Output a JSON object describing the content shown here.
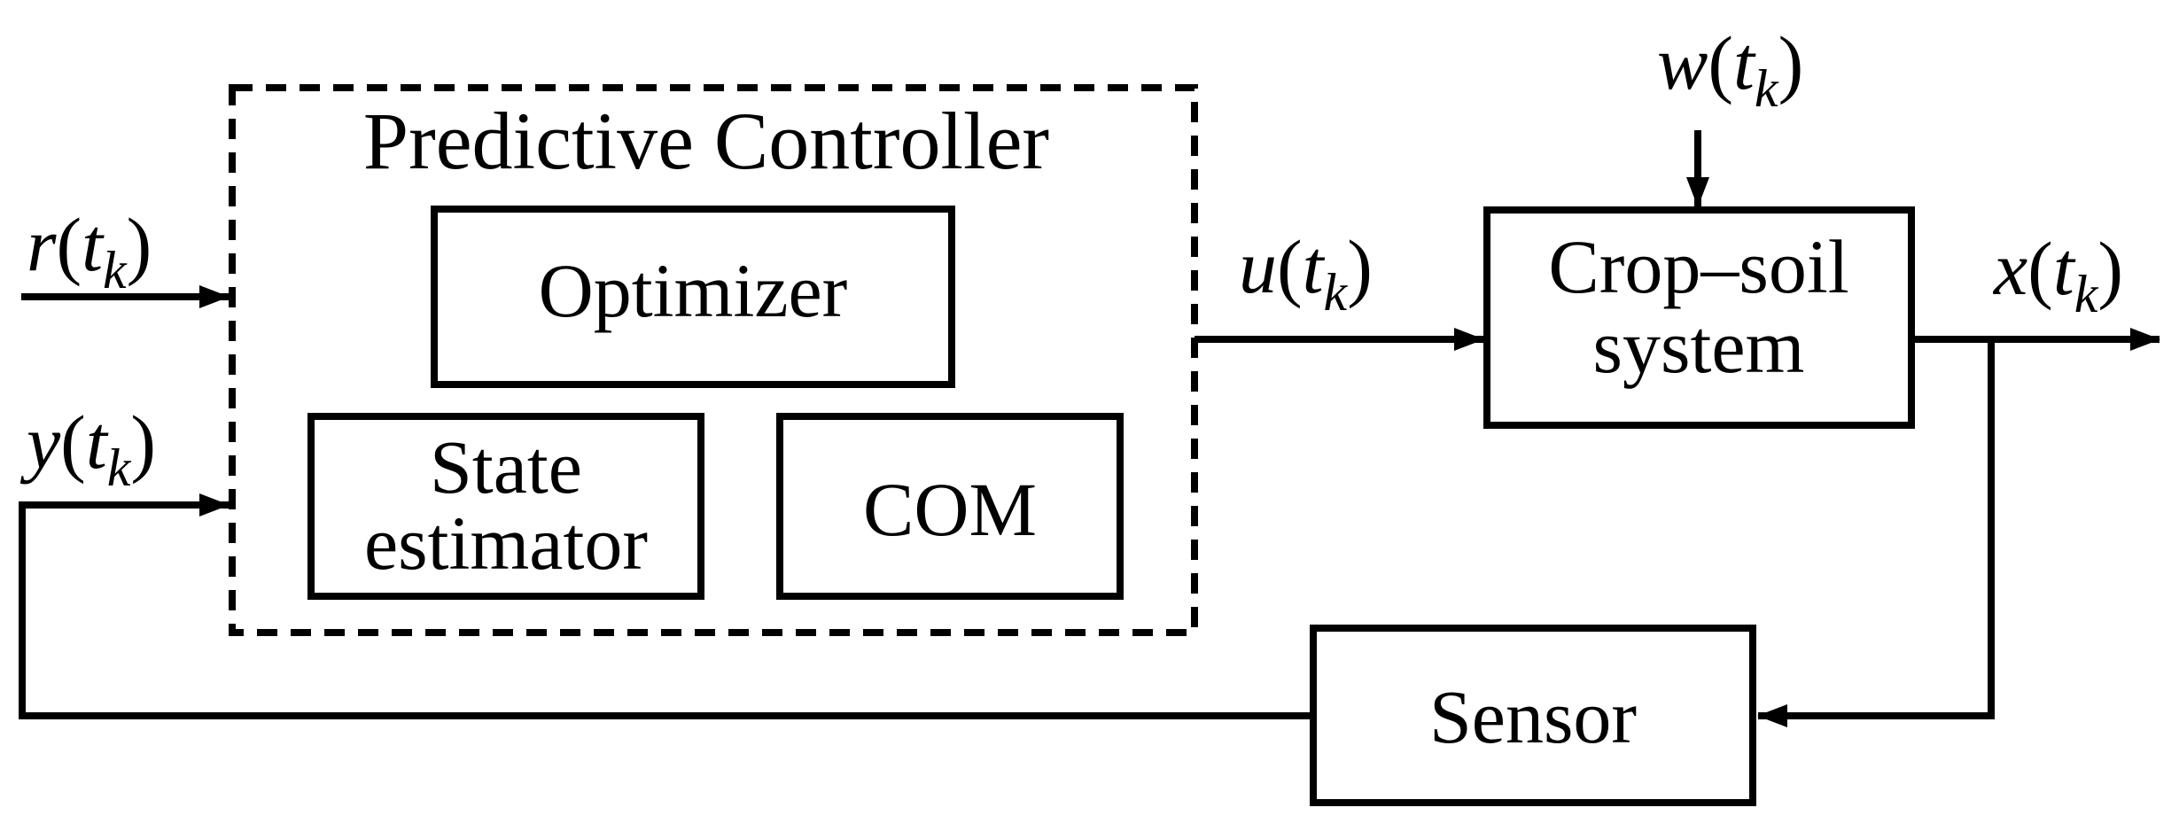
{
  "diagram": {
    "title": "Predictive Controller",
    "blocks": {
      "optimizer": {
        "label": "Optimizer"
      },
      "state_estimator": {
        "line1": "State",
        "line2": "estimator"
      },
      "com": {
        "label": "COM"
      },
      "crop_soil": {
        "line1": "Crop–soil",
        "line2": "system"
      },
      "sensor": {
        "label": "Sensor"
      }
    },
    "signals": {
      "r": {
        "v": "r",
        "lp": "(",
        "t": "t",
        "s": "k",
        "rp": ")"
      },
      "y": {
        "v": "y",
        "lp": "(",
        "t": "t",
        "s": "k",
        "rp": ")"
      },
      "u": {
        "v": "u",
        "lp": "(",
        "t": "t",
        "s": "k",
        "rp": ")"
      },
      "w": {
        "v": "w",
        "lp": "(",
        "t": "t",
        "s": "k",
        "rp": ")"
      },
      "x": {
        "v": "x",
        "lp": "(",
        "t": "t",
        "s": "k",
        "rp": ")"
      }
    },
    "colors": {
      "ink": "#000000",
      "background": "#ffffff"
    }
  }
}
